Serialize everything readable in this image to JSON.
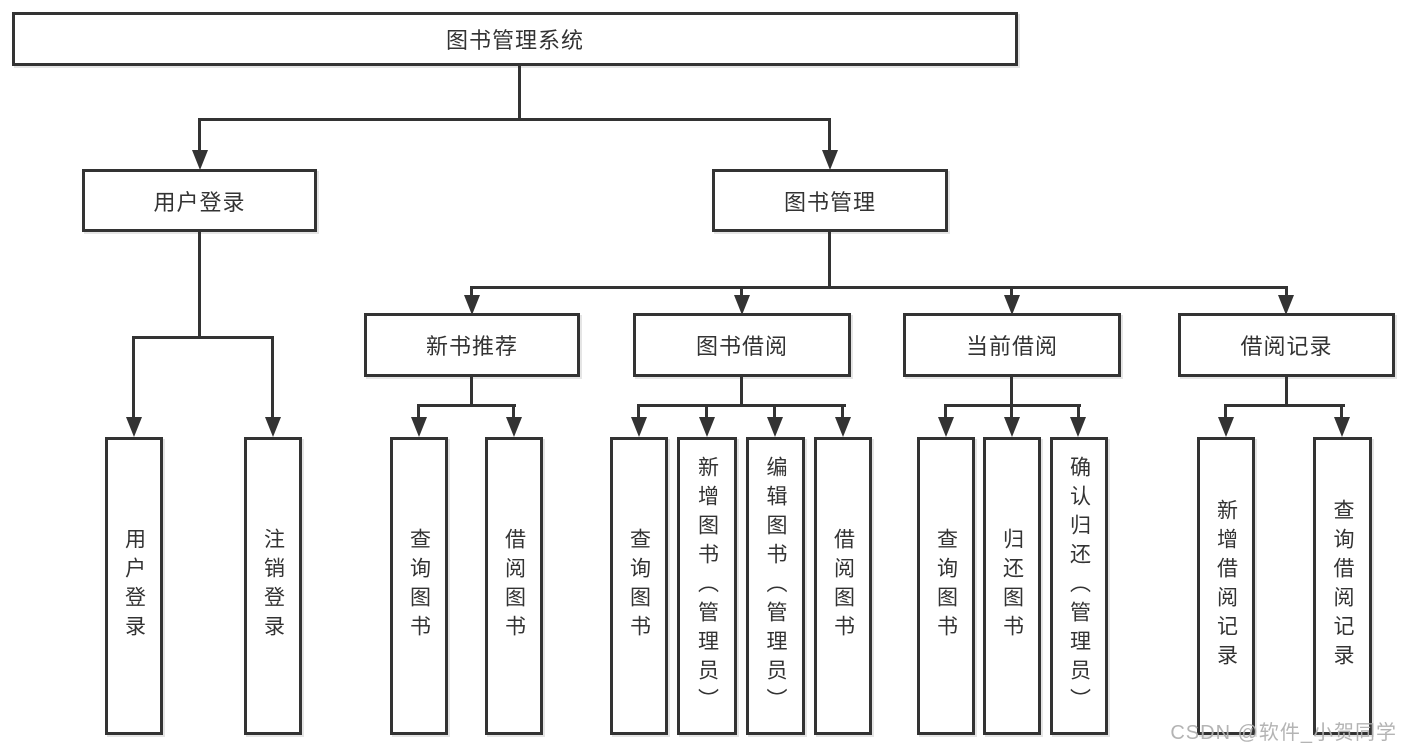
{
  "diagram": {
    "root": {
      "label": "图书管理系统"
    },
    "level1": [
      {
        "label": "用户登录",
        "children": [
          "用户登录",
          "注销登录"
        ]
      },
      {
        "label": "图书管理"
      }
    ],
    "level2": [
      {
        "label": "新书推荐",
        "children": [
          "查询图书",
          "借阅图书"
        ]
      },
      {
        "label": "图书借阅",
        "children": [
          "查询图书",
          "新增图书（管理员）",
          "编辑图书（管理员）",
          "借阅图书"
        ]
      },
      {
        "label": "当前借阅",
        "children": [
          "查询图书",
          "归还图书",
          "确认归还（管理员）"
        ]
      },
      {
        "label": "借阅记录",
        "children": [
          "新增借阅记录",
          "查询借阅记录"
        ]
      }
    ]
  },
  "watermark": "CSDN @软件_小贺同学",
  "colors": {
    "line": "#333333",
    "box": "#ffffff",
    "text": "#333333",
    "watermark": "#b0b0b0",
    "canvas": "#ffffff"
  }
}
